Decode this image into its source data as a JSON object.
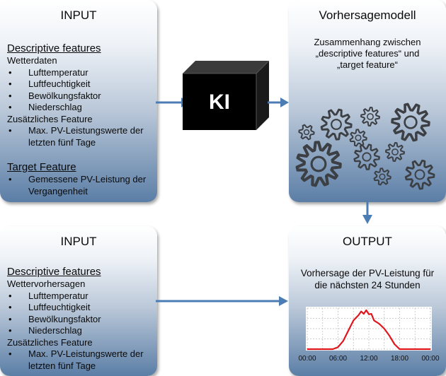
{
  "input_top": {
    "title": "INPUT",
    "descriptive_heading": "Descriptive features",
    "group1": "Wetterdaten",
    "weather_items": [
      "Lufttemperatur",
      "Luftfeuchtigkeit",
      "Bewölkungsfaktor",
      "Niederschlag"
    ],
    "group2": "Zusätzliches Feature",
    "extra_item_line1": "Max. PV-Leistungswerte der",
    "extra_item_line2": "letzten fünf Tage",
    "target_heading": "Target Feature",
    "target_item_line1": "Gemessene PV-Leistung der",
    "target_item_line2": "Vergangenheit"
  },
  "ki": {
    "label": "KI"
  },
  "model": {
    "title": "Vorhersagemodell",
    "line1": "Zusammenhang zwischen",
    "line2": "„descriptive features“ und",
    "line3": "„target feature“"
  },
  "input_bottom": {
    "title": "INPUT",
    "descriptive_heading": "Descriptive features",
    "group1": "Wettervorhersagen",
    "weather_items": [
      "Lufttemperatur",
      "Luftfeuchtigkeit",
      "Bewölkungsfaktor",
      "Niederschlag"
    ],
    "group2": "Zusätzliches Feature",
    "extra_item_line1": "Max. PV-Leistungswerte der",
    "extra_item_line2": "letzten fünf Tage"
  },
  "output": {
    "title": "OUTPUT",
    "line1": "Vorhersage der PV-Leistung für",
    "line2": "die nächsten 24 Stunden"
  },
  "chart_data": {
    "type": "line",
    "x_ticks": [
      "00:00",
      "06:00",
      "12:00",
      "18:00",
      "00:00"
    ],
    "x": [
      0,
      5,
      6,
      7,
      8,
      9,
      10,
      10.5,
      11,
      11.5,
      12,
      12.5,
      13,
      14,
      15,
      16,
      17,
      18,
      19,
      24
    ],
    "values": [
      0,
      0,
      0.05,
      0.2,
      0.45,
      0.7,
      0.83,
      0.92,
      0.86,
      0.95,
      0.85,
      0.86,
      0.7,
      0.62,
      0.5,
      0.33,
      0.12,
      0,
      0,
      0
    ],
    "xlim": [
      0,
      24
    ],
    "ylim": [
      0,
      1
    ],
    "grid": true,
    "series_color": "#e0161e"
  },
  "colors": {
    "arrow": "#4b7cb3",
    "gear_stroke": "#3c3f44",
    "chart_bg": "#ffffff",
    "grid": "#bfbfbf"
  }
}
